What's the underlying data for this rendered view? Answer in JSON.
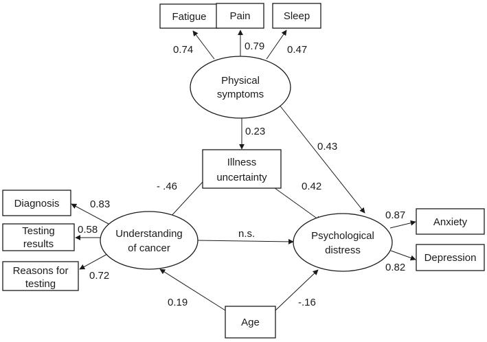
{
  "nodes": {
    "fatigue": {
      "lines": [
        "Fatigue"
      ]
    },
    "pain": {
      "lines": [
        "Pain"
      ]
    },
    "sleep": {
      "lines": [
        "Sleep"
      ]
    },
    "physical_symptoms": {
      "lines": [
        "Physical",
        "symptoms"
      ]
    },
    "illness_uncertainty": {
      "lines": [
        "Illness",
        "uncertainty"
      ]
    },
    "diagnosis": {
      "lines": [
        "Diagnosis"
      ]
    },
    "testing_results": {
      "lines": [
        "Testing",
        "results"
      ]
    },
    "reasons_for_testing": {
      "lines": [
        "Reasons for",
        "testing"
      ]
    },
    "understanding_of_cancer": {
      "lines": [
        "Understanding",
        "of cancer"
      ]
    },
    "psychological_distress": {
      "lines": [
        "Psychological",
        "distress"
      ]
    },
    "anxiety": {
      "lines": [
        "Anxiety"
      ]
    },
    "depression": {
      "lines": [
        "Depression"
      ]
    },
    "age": {
      "lines": [
        "Age"
      ]
    }
  },
  "coefficients": {
    "physical_to_fatigue": "0.74",
    "physical_to_pain": "0.79",
    "physical_to_sleep": "0.47",
    "physical_to_uncertainty": "0.23",
    "physical_to_distress": "0.43",
    "understanding_to_uncertainty": "- .46",
    "uncertainty_to_distress": "0.42",
    "understanding_to_diagnosis": "0.83",
    "understanding_to_testing_results": "0.58",
    "understanding_to_reasons": "0.72",
    "understanding_to_distress": "n.s.",
    "distress_to_anxiety": "0.87",
    "distress_to_depression": "0.82",
    "age_to_understanding": "0.19",
    "age_to_distress": "-.16"
  }
}
